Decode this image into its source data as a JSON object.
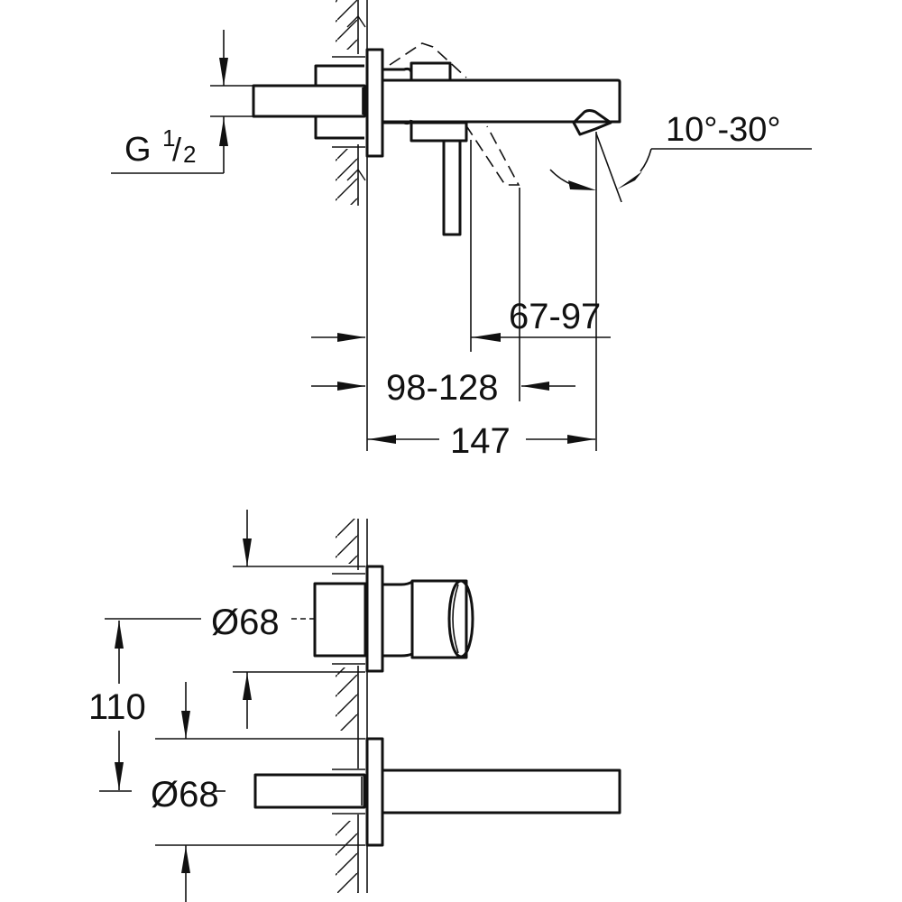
{
  "top_view": {
    "thread_label": {
      "main": "G",
      "num": "1",
      "slash": "/",
      "den": "2"
    },
    "angle_label": "10°-30°",
    "dim_spout_projection": "67-97",
    "dim_lever_range": "98-128",
    "dim_total_depth": "147"
  },
  "front_view": {
    "dim_handle_diameter": "Ø68",
    "dim_spout_diameter": "Ø68",
    "dim_center_distance": "110"
  },
  "colors": {
    "line": "#111111",
    "background": "#ffffff"
  }
}
